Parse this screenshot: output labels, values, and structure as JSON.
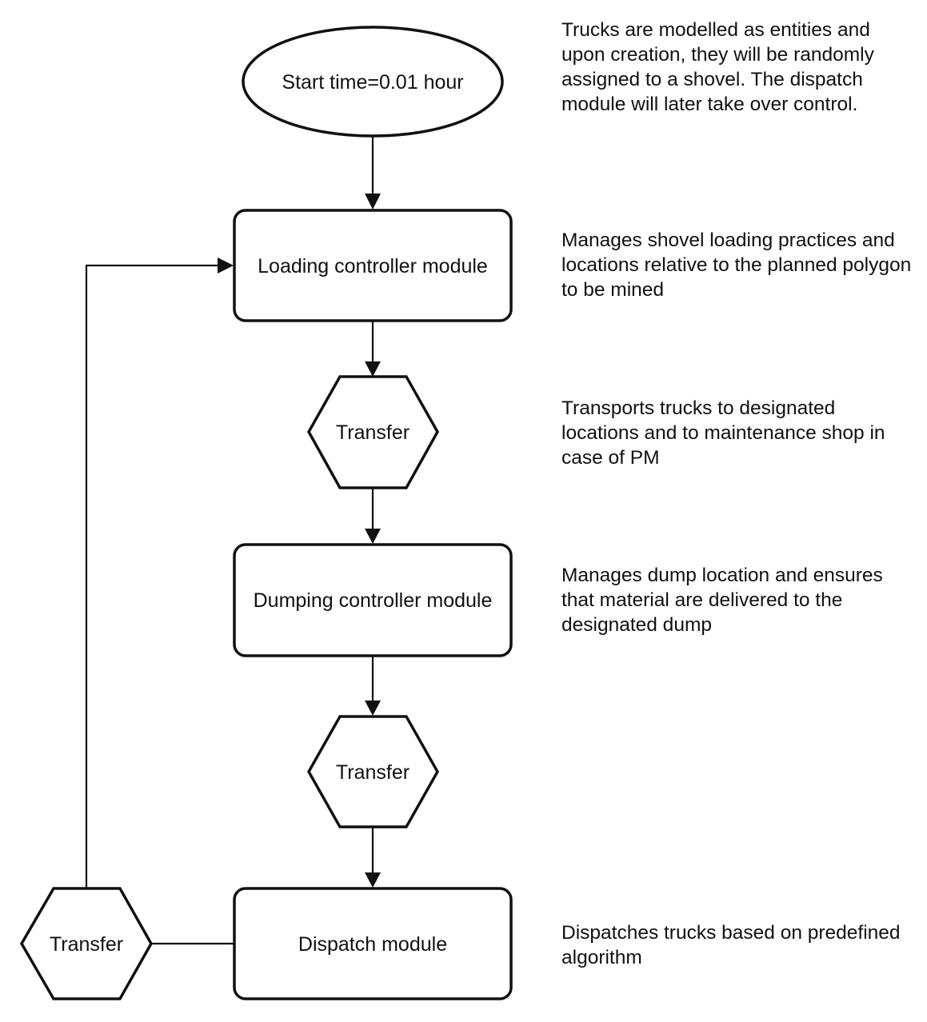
{
  "nodes": {
    "start": "Start time=0.01 hour",
    "loading": "Loading controller module",
    "transfer_1": "Transfer",
    "dumping": "Dumping controller module",
    "transfer_2": "Transfer",
    "dispatch": "Dispatch module",
    "transfer_3": "Transfer"
  },
  "notes": {
    "start": "Trucks are modelled as entities and upon creation, they will be randomly assigned to a shovel. The dispatch module will later take over control.",
    "loading": "Manages shovel loading practices and locations relative to the planned polygon to be mined",
    "transfer": "Transports trucks to designated locations and to maintenance shop in case of PM",
    "dumping": "Manages dump location and ensures that material are delivered to the designated dump",
    "dispatch": "Dispatches trucks based on predefined algorithm"
  }
}
